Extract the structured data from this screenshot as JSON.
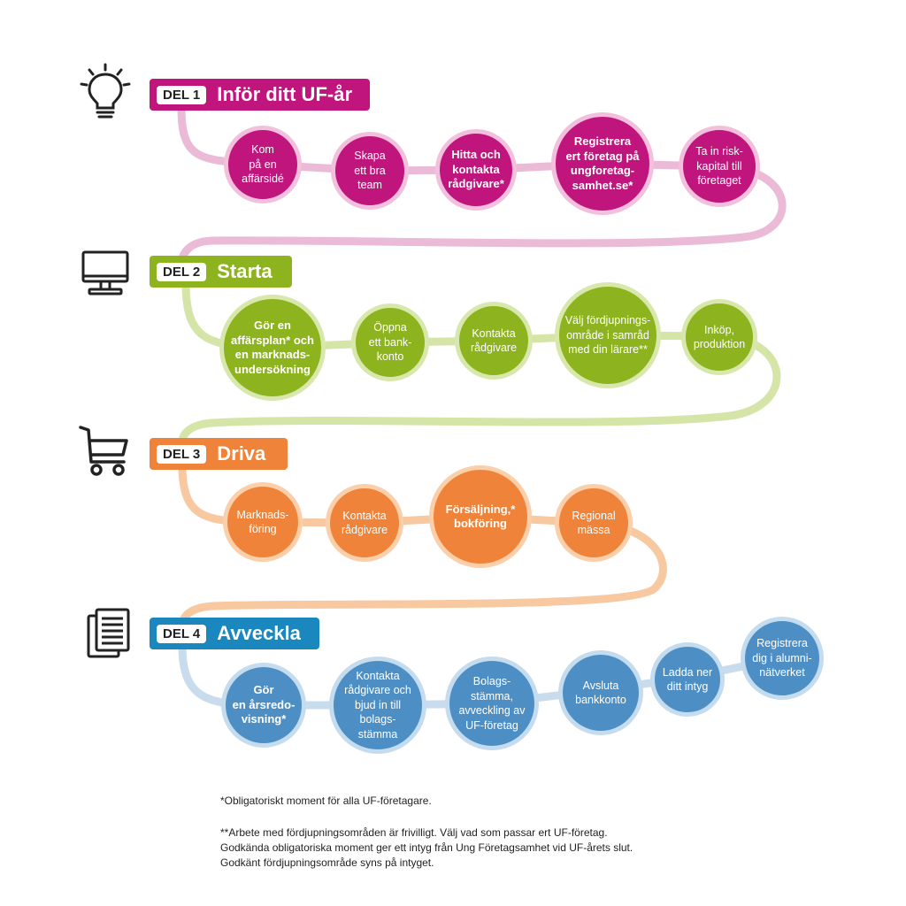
{
  "sections": [
    {
      "del": "DEL 1",
      "title": "Inför ditt UF-år",
      "icon": "lightbulb-icon",
      "color": "#c0157c",
      "steps": [
        {
          "text": "Kom\npå en\naffärsidé",
          "bold": false
        },
        {
          "text": "Skapa\nett bra\nteam",
          "bold": false
        },
        {
          "text": "Hitta och\nkontakta\nrådgivare*",
          "bold": true
        },
        {
          "text": "Registrera\nert företag på\nungforetag-\nsamhet.se*",
          "bold": true
        },
        {
          "text": "Ta in risk-\nkapital till\nföretaget",
          "bold": false
        }
      ]
    },
    {
      "del": "DEL 2",
      "title": "Starta",
      "icon": "computer-monitor-icon",
      "color": "#8db31e",
      "steps": [
        {
          "text": "Gör en\naffärsplan* och\nen marknads-\nundersökning",
          "bold": true
        },
        {
          "text": "Öppna\nett bank-\nkonto",
          "bold": false
        },
        {
          "text": "Kontakta\nrådgivare",
          "bold": false
        },
        {
          "text": "Välj fördjupnings-\nområde i samråd\nmed din lärare**",
          "bold": false
        },
        {
          "text": "Inköp,\nproduktion",
          "bold": false
        }
      ]
    },
    {
      "del": "DEL 3",
      "title": "Driva",
      "icon": "shopping-cart-icon",
      "color": "#ef8339",
      "steps": [
        {
          "text": "Marknads-\nföring",
          "bold": false
        },
        {
          "text": "Kontakta\nrådgivare",
          "bold": false
        },
        {
          "text": "Försäljning,*\nbokföring",
          "bold": true
        },
        {
          "text": "Regional\nmässa",
          "bold": false
        }
      ]
    },
    {
      "del": "DEL 4",
      "title": "Avveckla",
      "icon": "documents-icon",
      "color": "#1a87bf",
      "steps": [
        {
          "text": "Gör\nen årsredo-\nvisning*",
          "bold": true
        },
        {
          "text": "Kontakta\nrådgivare och\nbjud in till\nbolags-\nstämma",
          "bold": false
        },
        {
          "text": "Bolags-\nstämma,\navveckling av\nUF-företag",
          "bold": false
        },
        {
          "text": "Avsluta\nbankkonto",
          "bold": false
        },
        {
          "text": "Ladda ner\nditt intyg",
          "bold": false
        },
        {
          "text": "Registrera\ndig i alumni-\nnätverket",
          "bold": false
        }
      ]
    }
  ],
  "footnotes": [
    "*Obligatoriskt moment för alla UF-företagare.",
    "**Arbete med fördjupningsområden är frivilligt. Välj vad som passar ert UF-företag.",
    "Godkända obligatoriska moment ger ett intyg från Ung Företagsamhet vid UF-årets slut.",
    "Godkänt fördjupningsområde syns på intyget."
  ]
}
